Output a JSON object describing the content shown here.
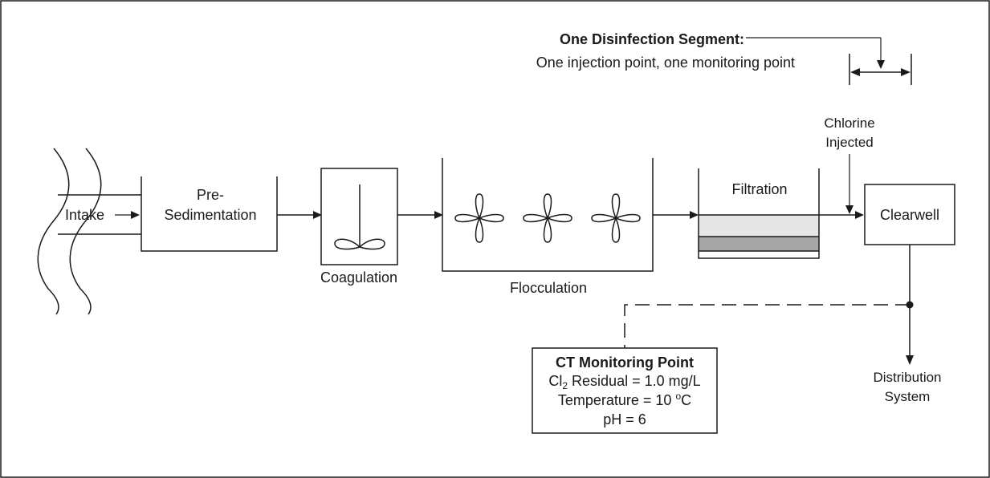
{
  "segment": {
    "title": "One Disinfection Segment:",
    "subtitle": "One injection point, one monitoring point"
  },
  "units": {
    "intake": "Intake",
    "presed_line1": "Pre-",
    "presed_line2": "Sedimentation",
    "coagulation": "Coagulation",
    "flocculation": "Flocculation",
    "filtration": "Filtration",
    "clearwell": "Clearwell"
  },
  "chlorine": {
    "line1": "Chlorine",
    "line2": "Injected"
  },
  "distribution": {
    "line1": "Distribution",
    "line2": "System"
  },
  "monitoring": {
    "title": "CT Monitoring Point",
    "cl_prefix": "Cl",
    "cl_sub": "2",
    "cl_suffix": " Residual = 1.0 mg/L",
    "temp_prefix": "Temperature = 10 ",
    "temp_deg": "o",
    "temp_unit": "C",
    "ph": "pH = 6"
  },
  "colors": {
    "line": "#1a1a1a",
    "media_light": "#e6e6e6",
    "media_dark": "#a6a6a6"
  }
}
